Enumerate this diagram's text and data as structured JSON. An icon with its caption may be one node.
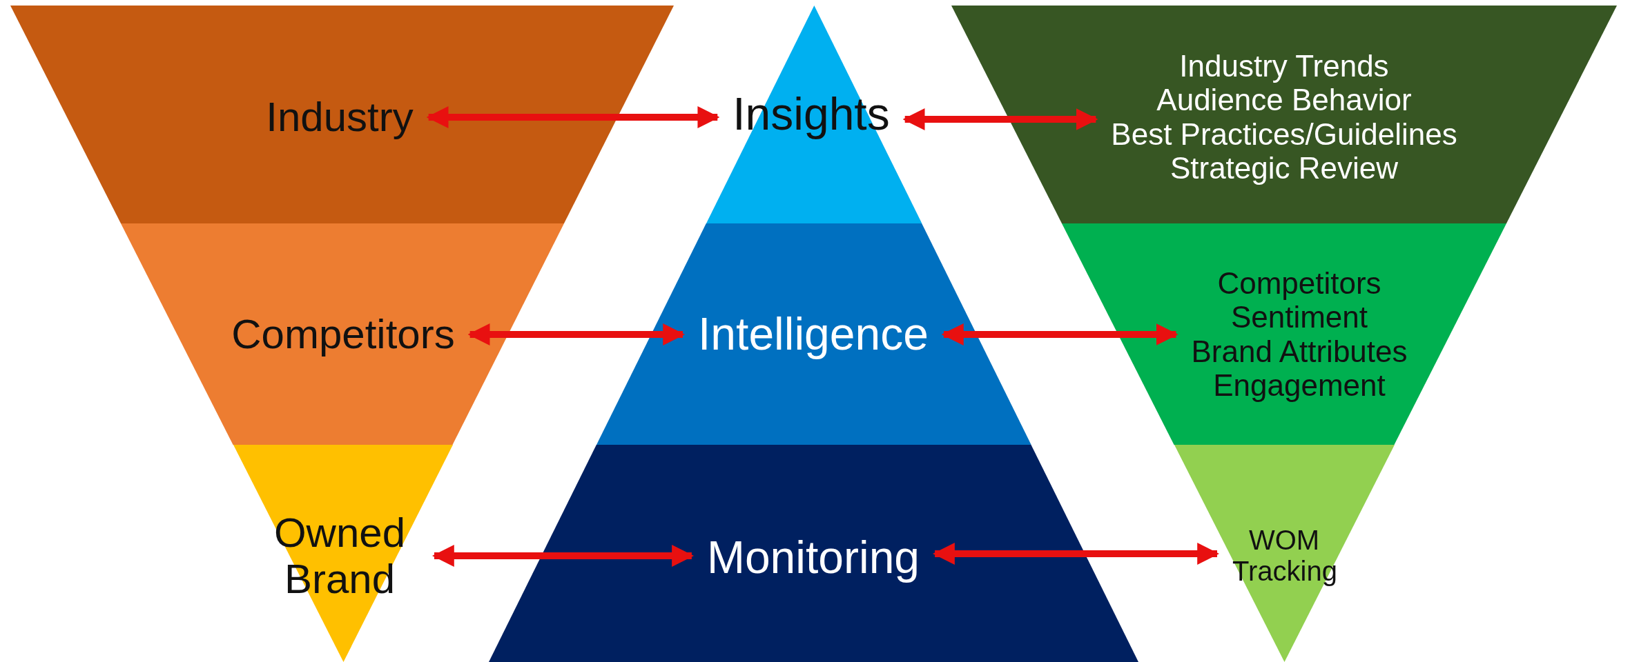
{
  "diagram": {
    "nodes": [
      {
        "text": [
          "Industry"
        ]
      },
      {
        "text": [
          "Competitors"
        ]
      },
      {
        "text": [
          "Owned Brand"
        ]
      },
      {
        "text": [
          "Insights"
        ]
      },
      {
        "text": [
          "Intelligence"
        ]
      },
      {
        "text": [
          "Monitoring"
        ]
      },
      {
        "text": [
          "Industry Trends",
          "Audience Behavior",
          "Best Practices/Guidelines",
          "Strategic Review"
        ]
      },
      {
        "text": [
          "Competitors",
          "Sentiment",
          "Brand Attributes",
          "Engagement"
        ]
      },
      {
        "text": [
          "WOM Tracking"
        ]
      }
    ],
    "edges": [
      {
        "from": 0,
        "to": 3,
        "arrow": "both"
      },
      {
        "from": 1,
        "to": 4,
        "arrow": "both"
      },
      {
        "from": 2,
        "to": 5,
        "arrow": "both"
      },
      {
        "from": 3,
        "to": 6,
        "arrow": "both"
      },
      {
        "from": 4,
        "to": 7,
        "arrow": "both"
      },
      {
        "from": 5,
        "to": 8,
        "arrow": "both"
      }
    ]
  }
}
